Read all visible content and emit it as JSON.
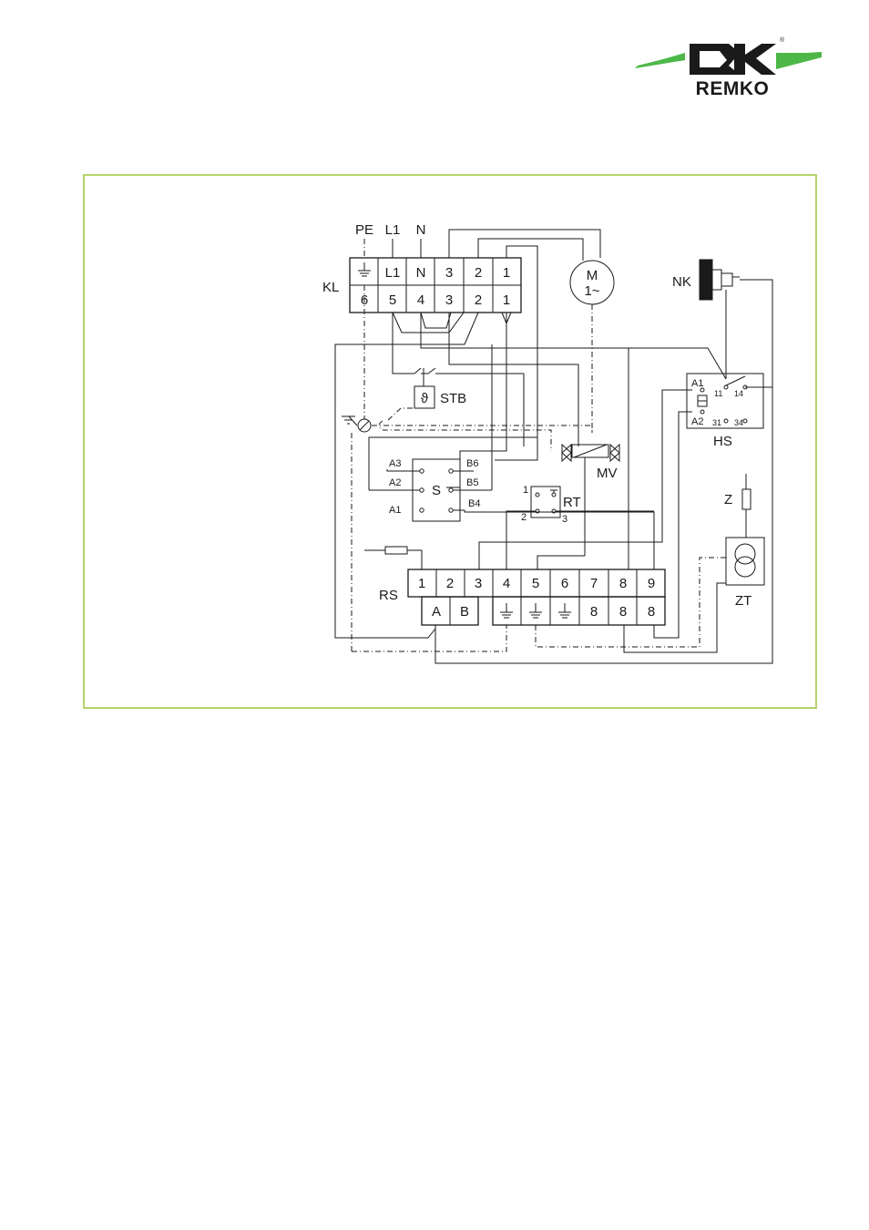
{
  "brand": {
    "name": "REMKO",
    "registered": "®",
    "accent_color": "#4db848",
    "frame_color": "#b5d36a"
  },
  "diagram": {
    "supply_labels": [
      "PE",
      "L1",
      "N"
    ],
    "kl": {
      "label": "KL",
      "top_row": [
        "",
        "L1",
        "N",
        "3",
        "2",
        "1"
      ],
      "bottom_row": [
        "6",
        "5",
        "4",
        "3",
        "2",
        "1"
      ]
    },
    "motor": {
      "line1": "M",
      "line2": "1~"
    },
    "nk_label": "NK",
    "stb_label": "STB",
    "stb_symbol": "ϑ",
    "hs": {
      "label": "HS",
      "a1": "A1",
      "a2": "A2",
      "c11": "11",
      "c14": "14",
      "c31": "31",
      "c34": "34"
    },
    "mv_label": "MV",
    "s": {
      "label": "S",
      "a3": "A3",
      "a2": "A2",
      "a1": "A1",
      "b6": "B6",
      "b5": "B5",
      "b4": "B4"
    },
    "rt": {
      "label": "RT",
      "t1": "1",
      "t2": "2",
      "t3": "3"
    },
    "z_label": "Z",
    "zt_label": "ZT",
    "rs": {
      "label": "RS",
      "top_row": [
        "1",
        "2",
        "3",
        "4",
        "5",
        "6",
        "7",
        "8",
        "9"
      ],
      "bottom_row": [
        "A",
        "B",
        "",
        "",
        "",
        "8",
        "8",
        "8"
      ]
    }
  }
}
